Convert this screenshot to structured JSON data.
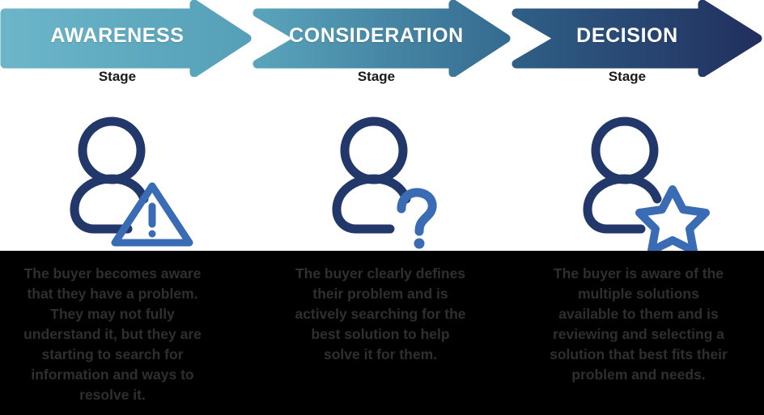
{
  "diagram": {
    "title": "Buyer Journey Stages",
    "background_color": "#ffffff",
    "band_color": "#000000"
  },
  "palette": {
    "arrow_start": "#66b2c8",
    "arrow_mid": "#4a87a6",
    "arrow_end": "#23356b",
    "icon_dark": "#22386b",
    "icon_accent": "#3a6bb5",
    "title_text": "#ffffff",
    "caption_text": "#1a1a1a",
    "description_text": "#2f2f2f"
  },
  "stages": [
    {
      "title": "AWARENESS",
      "caption": "Stage",
      "icon": "person-with-warning-icon",
      "description_lines": [
        "The buyer becomes aware",
        "that they have a problem.",
        "They may not fully",
        "understand it, but they are",
        "starting to search for",
        "information and ways to",
        "resolve it."
      ]
    },
    {
      "title": "CONSIDERATION",
      "caption": "Stage",
      "icon": "person-with-question-icon",
      "description_lines": [
        "The buyer clearly defines",
        "their problem and is",
        "actively searching for the",
        "best solution to help",
        "solve it for them."
      ]
    },
    {
      "title": "DECISION",
      "caption": "Stage",
      "icon": "person-with-star-icon",
      "description_lines": [
        "The buyer is aware of the",
        "multiple solutions",
        "available to them and is",
        "reviewing and selecting a",
        "solution that best fits their",
        "problem and needs."
      ]
    }
  ]
}
